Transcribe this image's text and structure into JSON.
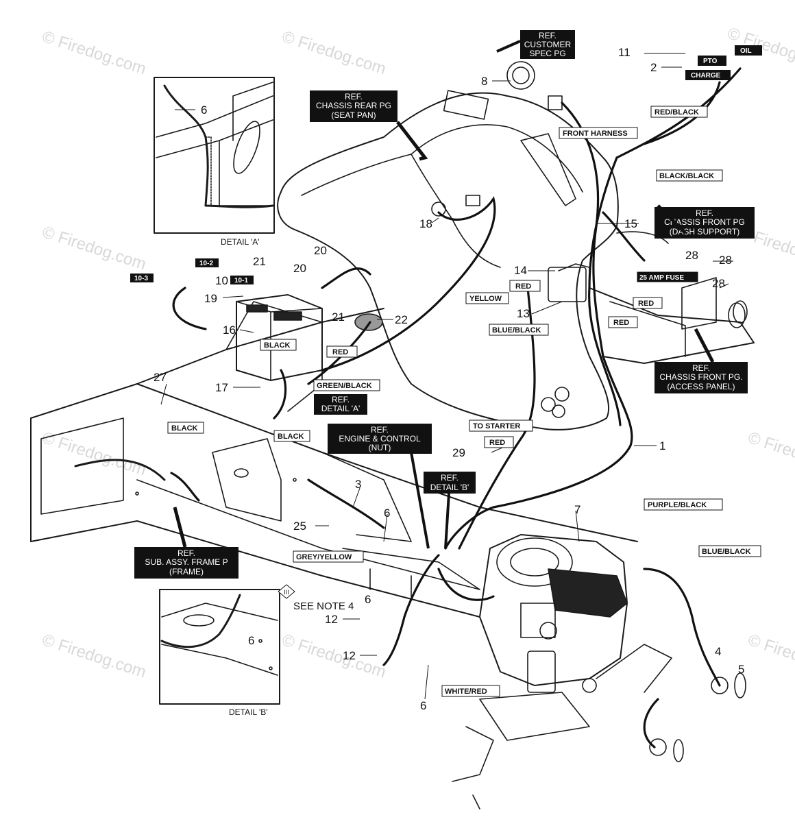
{
  "watermark": "© Firedog.com",
  "part_numbers": {
    "n1": "1",
    "n2": "2",
    "n3": "3",
    "n4": "4",
    "n5": "5",
    "n6a": "6",
    "n6b": "6",
    "n6c": "6",
    "n6d": "6",
    "n6e": "6",
    "n7": "7",
    "n8": "8",
    "n10": "10",
    "n11": "11",
    "n12a": "12",
    "n12b": "12",
    "n13": "13",
    "n14": "14",
    "n15": "15",
    "n16": "16",
    "n17": "17",
    "n18": "18",
    "n19": "19",
    "n20a": "20",
    "n20b": "20",
    "n21a": "21",
    "n21b": "21",
    "n22": "22",
    "n25": "25",
    "n27": "27",
    "n28a": "28",
    "n28b": "28",
    "n29": "29"
  },
  "details": {
    "a": "DETAIL 'A'",
    "b": "DETAIL 'B'"
  },
  "refs": {
    "customer_spec": [
      "REF.",
      "CUSTOMER",
      "SPEC PG"
    ],
    "chassis_rear": [
      "REF.",
      "CHASSIS REAR PG",
      "(SEAT PAN)"
    ],
    "chassis_front_dash": [
      "REF.",
      "CHASSIS FRONT PG",
      "(DASH SUPPORT)"
    ],
    "chassis_front_access": [
      "REF.",
      "CHASSIS FRONT PG.",
      "(ACCESS PANEL)"
    ],
    "detail_a": [
      "REF.",
      "DETAIL 'A'"
    ],
    "engine_control": [
      "REF.",
      "ENGINE & CONTROL",
      "(NUT)"
    ],
    "detail_b": [
      "REF.",
      "DETAIL 'B'"
    ],
    "frame": [
      "REF.",
      "SUB. ASSY. FRAME P",
      "(FRAME)"
    ]
  },
  "wire_labels": {
    "front_harness": "FRONT HARNESS",
    "red_black": "RED/BLACK",
    "black_black": "BLACK/BLACK",
    "fuse": "25 AMP FUSE",
    "red_1": "RED",
    "yellow": "YELLOW",
    "red_2": "RED",
    "red_3": "RED",
    "blue_black_1": "BLUE/BLACK",
    "black_1": "BLACK",
    "red_4": "RED",
    "green_black": "GREEN/BLACK",
    "black_2": "BLACK",
    "black_3": "BLACK",
    "to_starter": "TO STARTER",
    "red_5": "RED",
    "purple_black": "PURPLE/BLACK",
    "blue_black_2": "BLUE/BLACK",
    "grey_yellow": "GREY/YELLOW",
    "white_red": "WHITE/RED"
  },
  "switch_tags": {
    "pto": "PTO",
    "oil": "OIL",
    "charge": "CHARGE",
    "t10_1": "10-1",
    "t10_2": "10-2",
    "t10_3": "10-3"
  },
  "note": {
    "symbol": "III",
    "text": "SEE NOTE 4"
  }
}
